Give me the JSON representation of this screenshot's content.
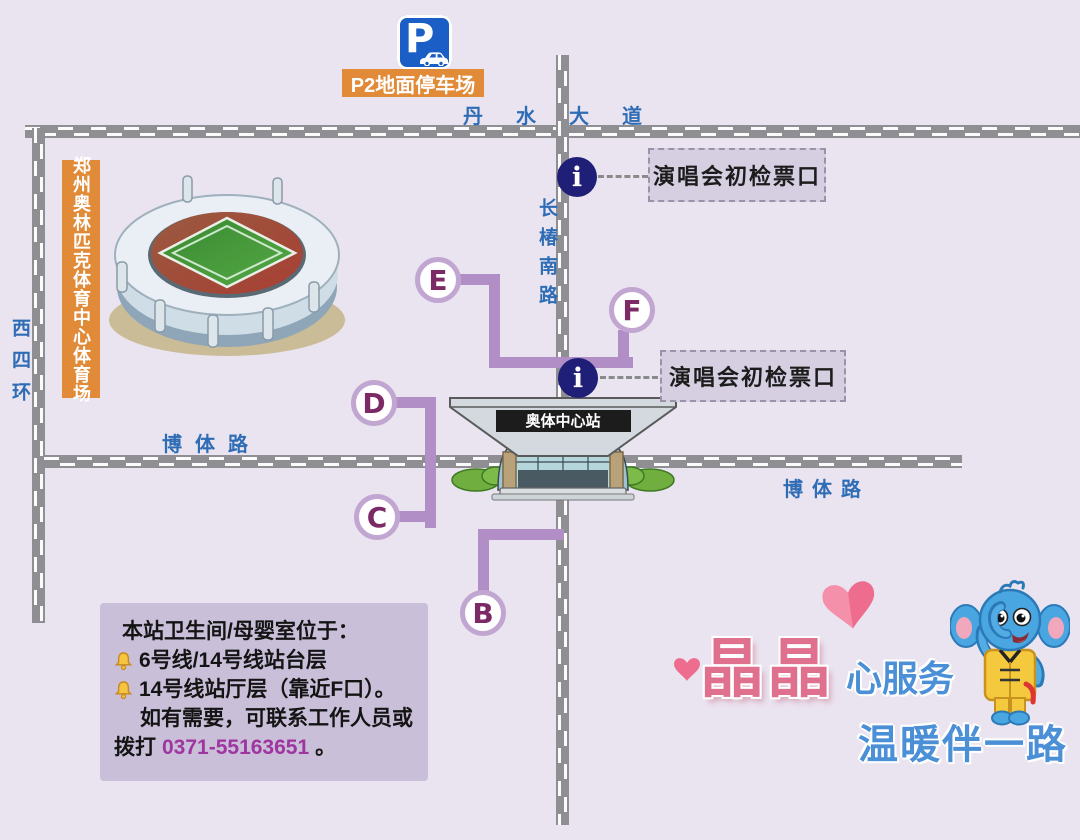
{
  "parking": {
    "sign_letter": "P",
    "lot_label": "P2地面停车场"
  },
  "roads": {
    "danshui_avenue": "丹水大道",
    "changchun_south_road": "长椿南路",
    "west_fourth_ring": "西四环",
    "boti_road_left": "博体路",
    "boti_road_right": "博体路"
  },
  "stadium_banner": "郑州奥林匹克体育中心体育场",
  "station_name": "奥体中心站",
  "exits": [
    {
      "label": "E"
    },
    {
      "label": "F"
    },
    {
      "label": "D"
    },
    {
      "label": "C"
    },
    {
      "label": "B"
    }
  ],
  "checkpoints": [
    {
      "icon_glyph": "i",
      "label": "演唱会初检票口"
    },
    {
      "icon_glyph": "i",
      "label": "演唱会初检票口"
    }
  ],
  "notice": {
    "title": "本站卫生间/母婴室位于：",
    "item1": "6号线/14号线站台层",
    "item2": "14号线站厅层（靠近F口）。",
    "line3": "如有需要，可联系工作人员或",
    "line4_prefix": "拨打",
    "phone": "0371-55163651",
    "line4_suffix": "。"
  },
  "branding": {
    "name": "晶晶",
    "tagline_right": "心服务",
    "tagline_bottom": "温暖伴一路"
  },
  "colors": {
    "background": "#eae4f0",
    "accent_orange": "#e18a38",
    "line_purple": "#b18fc6",
    "exit_letter_purple": "#7c2a66",
    "road_label_blue": "#2e6cb5",
    "info_navy": "#1f1f78",
    "brand_pink": "#e0718e",
    "brand_blue": "#4b90d6",
    "phone_purple": "#9f35a0",
    "parking_blue": "#1a5ec6"
  }
}
